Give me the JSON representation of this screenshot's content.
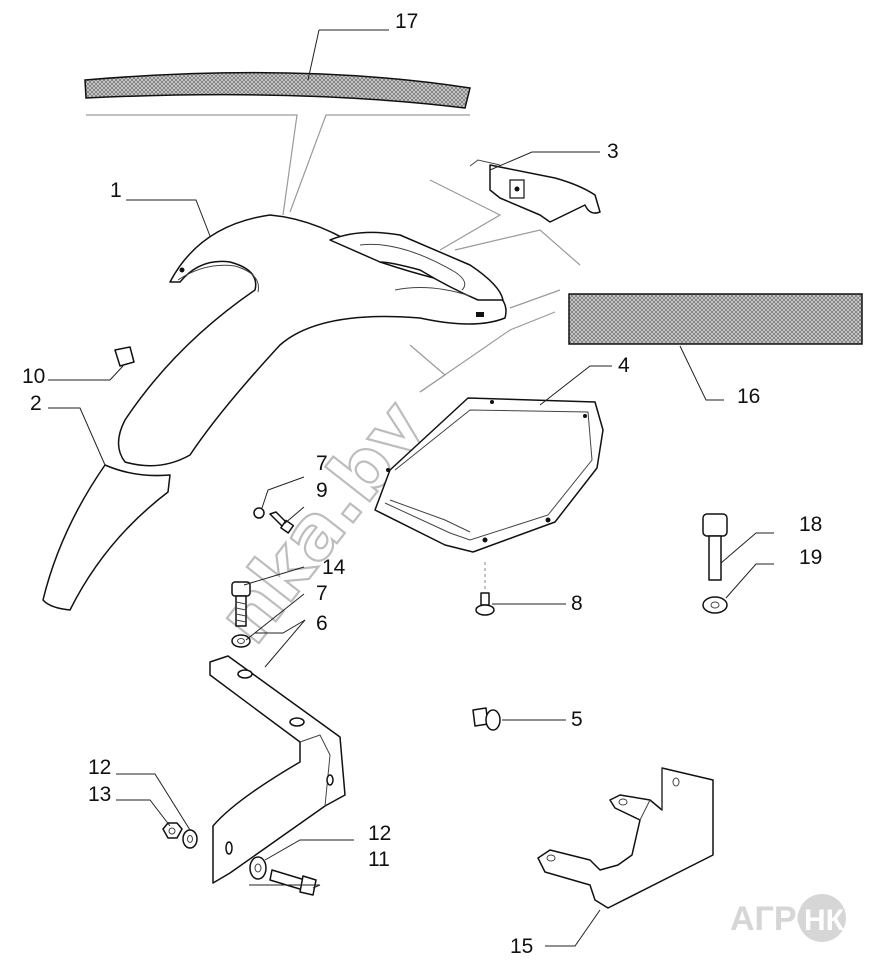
{
  "callouts": {
    "c1": "1",
    "c2": "2",
    "c3": "3",
    "c4": "4",
    "c5": "5",
    "c6": "6",
    "c7a": "7",
    "c7b": "7",
    "c8": "8",
    "c9": "9",
    "c10": "10",
    "c11": "11",
    "c12a": "12",
    "c12b": "12",
    "c13": "13",
    "c14": "14",
    "c15": "15",
    "c16": "16",
    "c17": "17",
    "c18": "18",
    "c19": "19"
  },
  "watermark": {
    "text": "nka.by"
  },
  "logo": {
    "left": "АГРО",
    "right": "НКА"
  },
  "colors": {
    "line": "#111111",
    "hatch": "#6e6e6e",
    "watermark": "#bdbdbd",
    "logo": "#d6d6d6"
  }
}
